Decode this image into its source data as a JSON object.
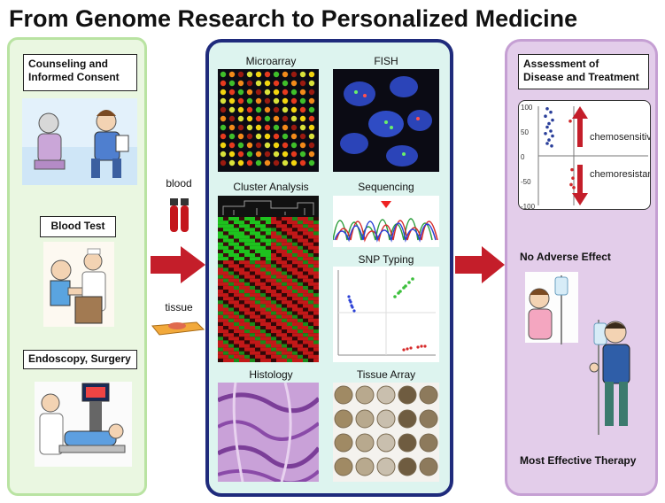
{
  "title": "From Genome Research to Personalized Medicine",
  "left": {
    "counseling": [
      "Counseling and",
      "Informed Consent"
    ],
    "blood_test": "Blood Test",
    "endoscopy": "Endoscopy, Surgery"
  },
  "flow": {
    "blood": "blood",
    "tissue": "tissue"
  },
  "middle": {
    "microarray": "Microarray",
    "fish": "FISH",
    "cluster": "Cluster Analysis",
    "sequencing": "Sequencing",
    "snp": "SNP Typing",
    "histology": "Histology",
    "tissue_array": "Tissue Array"
  },
  "right": {
    "assessment": [
      "Assessment of",
      "Disease and Treatment"
    ],
    "no_adverse": "No Adverse Effect",
    "most_effective": "Most Effective Therapy"
  },
  "chart_data": {
    "type": "scatter",
    "y_ticks": [
      "100",
      "50",
      "0",
      "-50",
      "-100"
    ],
    "ylim": [
      -100,
      100
    ],
    "annotations": [
      "chemosensitive",
      "chemoresistant"
    ],
    "series": [
      {
        "points": [
          [
            0.3,
            95
          ],
          [
            0.5,
            88
          ],
          [
            0.2,
            80
          ],
          [
            0.6,
            72
          ],
          [
            0.4,
            65
          ],
          [
            0.3,
            58
          ],
          [
            0.5,
            50
          ],
          [
            0.2,
            45
          ],
          [
            0.6,
            40
          ],
          [
            0.4,
            32
          ],
          [
            0.3,
            25
          ],
          [
            0.55,
            20
          ]
        ],
        "color": "#2a3f9a"
      },
      {
        "points": [
          [
            1.6,
            70
          ],
          [
            1.7,
            -28
          ],
          [
            1.75,
            -45
          ],
          [
            1.65,
            -58
          ],
          [
            1.8,
            -64
          ]
        ],
        "color": "#d0282a"
      }
    ]
  },
  "colors": {
    "arrow_red": "#c41e2a",
    "middle_border": "#1f2b7c",
    "left_border": "#b9e3a2",
    "right_border": "#c59fd3"
  }
}
